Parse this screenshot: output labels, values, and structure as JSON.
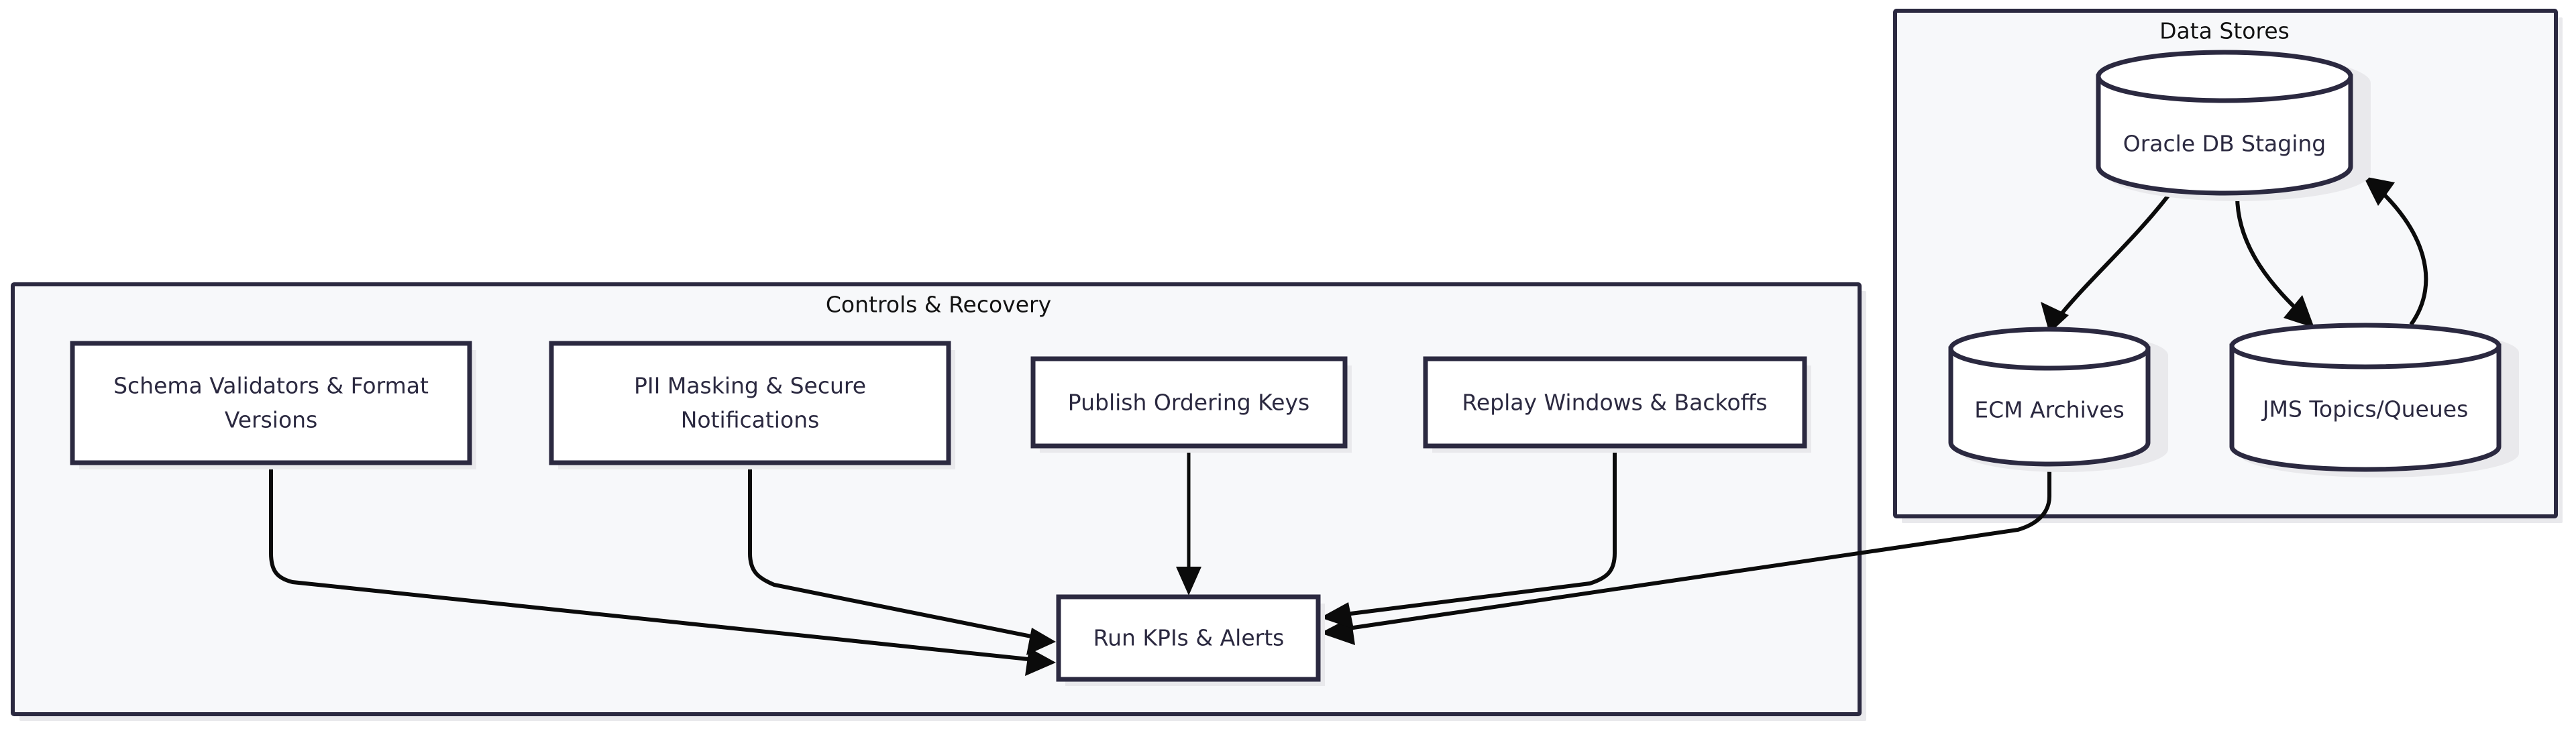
{
  "diagram": {
    "type": "flowchart",
    "background_color": "#ffffff",
    "node_fill": "#ffffff",
    "node_stroke": "#2b2940",
    "cluster_fill": "#f7f8fa",
    "cluster_stroke": "#2b2940",
    "edge_color": "#0b0b0b",
    "text_color": "#2b2940"
  },
  "clusters": [
    {
      "id": "controls",
      "title": "Controls & Recovery"
    },
    {
      "id": "datastores",
      "title": "Data Stores"
    }
  ],
  "nodes": [
    {
      "id": "schema",
      "label_line1": "Schema Validators & Format",
      "label_line2": "Versions",
      "shape": "rect",
      "cluster": "controls"
    },
    {
      "id": "pii",
      "label_line1": "PII Masking & Secure",
      "label_line2": "Notifications",
      "shape": "rect",
      "cluster": "controls"
    },
    {
      "id": "publish",
      "label_line1": "Publish Ordering Keys",
      "label_line2": "",
      "shape": "rect",
      "cluster": "controls"
    },
    {
      "id": "replay",
      "label_line1": "Replay Windows & Backoffs",
      "label_line2": "",
      "shape": "rect",
      "cluster": "controls"
    },
    {
      "id": "kpis",
      "label_line1": "Run KPIs & Alerts",
      "label_line2": "",
      "shape": "rect",
      "cluster": "controls"
    },
    {
      "id": "oracle",
      "label_line1": "Oracle DB Staging",
      "label_line2": "",
      "shape": "cylinder",
      "cluster": "datastores"
    },
    {
      "id": "ecm",
      "label_line1": "ECM Archives",
      "label_line2": "",
      "shape": "cylinder",
      "cluster": "datastores"
    },
    {
      "id": "jms",
      "label_line1": "JMS Topics/Queues",
      "label_line2": "",
      "shape": "cylinder",
      "cluster": "datastores"
    }
  ],
  "edges": [
    {
      "from": "schema",
      "to": "kpis",
      "label": "",
      "arrow": "end"
    },
    {
      "from": "pii",
      "to": "kpis",
      "label": "",
      "arrow": "end"
    },
    {
      "from": "publish",
      "to": "kpis",
      "label": "",
      "arrow": "end"
    },
    {
      "from": "replay",
      "to": "kpis",
      "label": "",
      "arrow": "end"
    },
    {
      "from": "ecm",
      "to": "kpis",
      "label": "",
      "arrow": "end"
    },
    {
      "from": "oracle",
      "to": "ecm",
      "label": "",
      "arrow": "end"
    },
    {
      "from": "oracle",
      "to": "jms",
      "label": "",
      "arrow": "end"
    },
    {
      "from": "jms",
      "to": "oracle",
      "label": "",
      "arrow": "end"
    }
  ]
}
